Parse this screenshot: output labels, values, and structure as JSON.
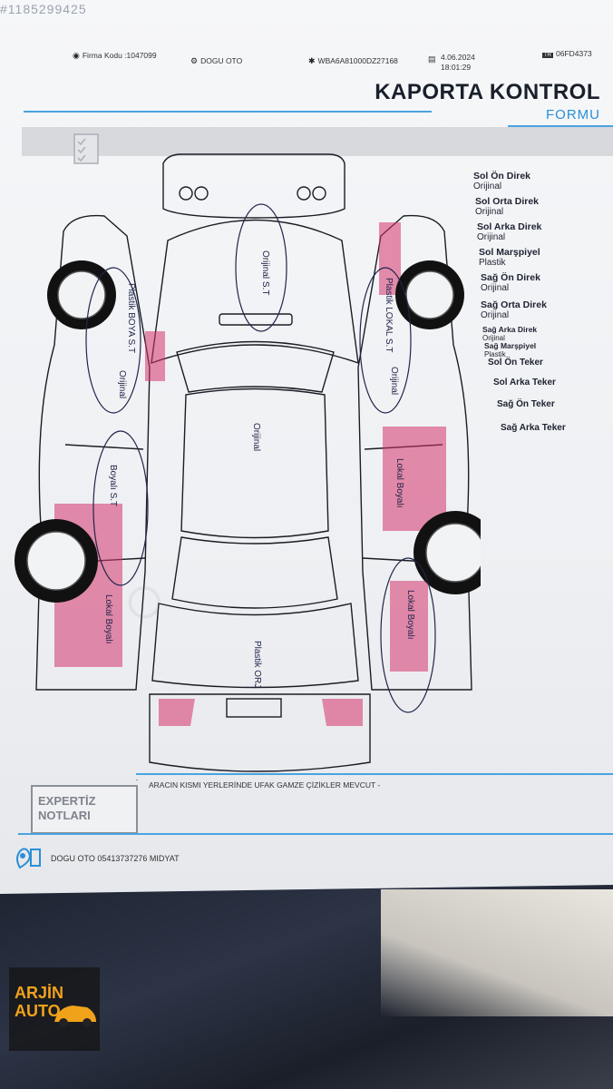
{
  "watermark_id": "#1185299425",
  "header": {
    "firma_kodu": "Firma Kodu :1047099",
    "firma_adi": "DOGU OTO",
    "vin": "WBA6A81000DZ27168",
    "date": "4.06.2024",
    "time": "18:01:29",
    "plate": "06FD4373"
  },
  "title": "KAPORTA KONTROL",
  "subtitle": "FORMU",
  "legend": [
    {
      "key": "Sol Ön Direk",
      "value": "Orijinal"
    },
    {
      "key": "Sol Orta Direk",
      "value": "Orijinal"
    },
    {
      "key": "Sol Arka Direk",
      "value": "Orijinal"
    },
    {
      "key": "Sol Marşpiyel",
      "value": "Plastik"
    },
    {
      "key": "Sağ Ön Direk",
      "value": "Orijinal"
    },
    {
      "key": "Sağ Orta Direk",
      "value": "Orijinal"
    },
    {
      "key": "Sağ Arka Direk",
      "value": "Orijinal"
    },
    {
      "key": "Sağ Marşpiyel",
      "value": "Plastik"
    }
  ],
  "wheels": [
    "Sol Ön Teker",
    "Sol Arka Teker",
    "Sağ Ön Teker",
    "Sağ Arka Teker"
  ],
  "annotations": {
    "hood": "Orijinal S.T",
    "left_front_fender": "Plastik BOYA S.T",
    "left_front_door": "Orijinal",
    "left_rear_door": "Boyalı S.T",
    "left_rear_fender": "Lokal Boyalı",
    "roof": "Orijinal",
    "right_front_fender": "Plastik LOKAL S.T",
    "right_front_door": "Orijinal",
    "right_rear_door": "Lokal Boyalı",
    "right_rear_fender": "Lokal Boyalı",
    "rear_bumper": "Plastik ORJ"
  },
  "notes_label": "EXPERTİZ NOTLARI",
  "notes_text": "ARACIN KISMI YERLERİNDE UFAK GAMZE ÇİZİKLER MEVCUT -",
  "footer": "DOGU OTO 05413737276 MIDYAT",
  "logo": {
    "line1": "ARJİN",
    "line2": "AUTO"
  },
  "colors": {
    "accent": "#2a8fd6",
    "paint_mark": "#d6336c",
    "pen": "#20254a"
  }
}
